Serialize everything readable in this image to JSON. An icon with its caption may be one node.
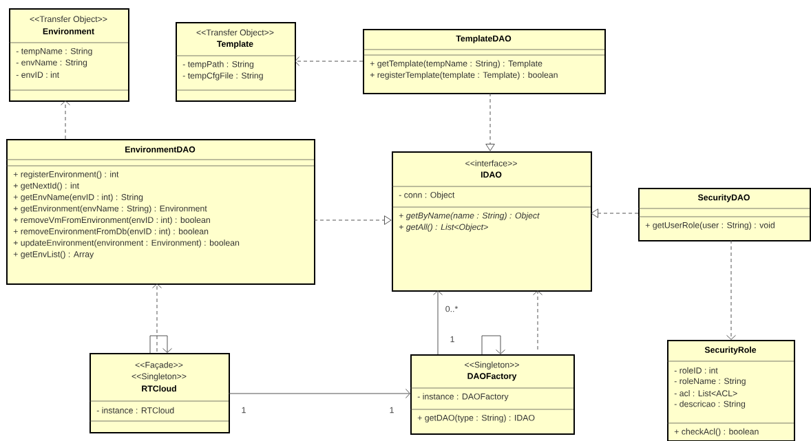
{
  "diagram": {
    "nodes": [
      {
        "text": [
          "<<Transfer Object>>",
          "Environment",
          "- tempName : String",
          "- envName : String",
          "- envID : int"
        ]
      },
      {
        "text": [
          "<<Transfer Object>>",
          "Template",
          "- tempPath : String",
          "- tempCfgFile : String"
        ]
      },
      {
        "text": [
          "TemplateDAO",
          "+ getTemplate(tempName : String) : Template",
          "+ registerTemplate(template : Template) : boolean"
        ]
      },
      {
        "text": [
          "EnvironmentDAO",
          "+ registerEnvironment() : int",
          "+ getNextId() : int",
          "+ getEnvName(envID : int) : String",
          "+ getEnvironment(envName : String) : Environment",
          "+ removeVmFromEnvironment(envID : int) : boolean",
          "+ removeEnvironmentFromDb(envID : int) : boolean",
          "+ updateEnvironment(environment : Environment) : boolean",
          "+ getEnvList() : Array"
        ]
      },
      {
        "text": [
          "<<interface>>",
          "IDAO",
          "- conn : Object",
          "+ *getByName(name : String) : Object*",
          "+ *getAll() : List<Object>*"
        ]
      },
      {
        "text": [
          "SecurityDAO",
          "+ getUserRole(user : String) : void"
        ]
      },
      {
        "text": [
          "<<Façade>>",
          "<<Singleton>>",
          "RTCloud",
          "- instance : RTCloud"
        ]
      },
      {
        "text": [
          "<<Singleton>>",
          "DAOFactory",
          "- instance : DAOFactory",
          "+ getDAO(type : String) : IDAO"
        ]
      },
      {
        "text": [
          "SecurityRole",
          "- roleID : int",
          "- roleName : String",
          "- acl : List<ACL>",
          "- descricao : String",
          "+ checkAcl() : boolean"
        ]
      }
    ],
    "edges": [
      {
        "from": 2,
        "to": 1,
        "arrow": "to",
        "style": "dashed"
      },
      {
        "from": 3,
        "to": 0,
        "arrow": "to",
        "style": "dashed"
      },
      {
        "from": 2,
        "to": 4,
        "arrow": "to",
        "style": "dashed"
      },
      {
        "from": 3,
        "to": 4,
        "arrow": "to",
        "style": "dashed"
      },
      {
        "from": 5,
        "to": 4,
        "arrow": "to",
        "style": "dashed"
      },
      {
        "from": 5,
        "to": 8,
        "arrow": "to",
        "style": "dashed"
      },
      {
        "from": 6,
        "to": 3,
        "arrow": "to",
        "style": "dashed"
      },
      {
        "from": 6,
        "to": 6,
        "arrow": "to"
      },
      {
        "from": 6,
        "to": 7,
        "arrow": "to"
      },
      {
        "from": 7,
        "to": 4,
        "arrow": "to"
      },
      {
        "from": 7,
        "to": 7,
        "arrow": "to"
      },
      {
        "from": 7,
        "to": 4,
        "arrow": "to",
        "style": "dashed"
      }
    ],
    "labels": [
      "1",
      "1",
      "0..*",
      "1"
    ]
  }
}
